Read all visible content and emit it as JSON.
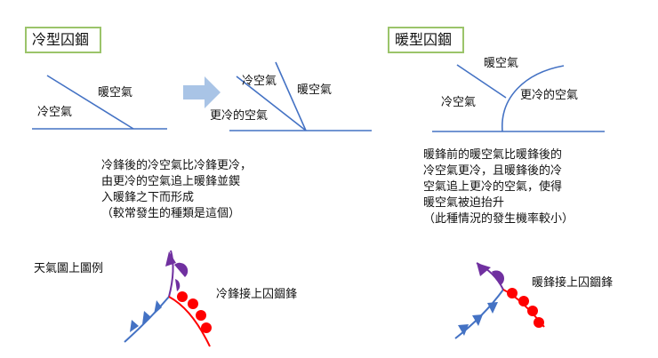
{
  "left_panel": {
    "title": "冷型囚錮",
    "diagram1": {
      "warm": "暖空氣",
      "cold": "冷空氣"
    },
    "diagram2": {
      "cold": "冷空氣",
      "warm": "暖空氣",
      "colder": "更冷的空氣"
    },
    "description": [
      "冷鋒後的冷空氣比冷鋒更冷，",
      "由更冷的空氣追上暖鋒並鍥",
      "入暖鋒之下而形成",
      "（較常發生的種類是這個）"
    ],
    "legend_title": "天氣圖上圖例",
    "legend_label": "冷鋒接上囚錮鋒"
  },
  "right_panel": {
    "title": "暖型囚錮",
    "diagram": {
      "warm": "暖空氣",
      "cold": "冷空氣",
      "colder": "更冷的空氣"
    },
    "description": [
      "暖鋒前的暖空氣比暖鋒後的",
      "冷空氣更冷，且暖鋒後的冷",
      "空氣追上更冷的空氣，使得",
      "暖空氣被迫抬升",
      "（此種情況的發生機率較小）"
    ],
    "legend_label": "暖鋒接上囚錮鋒"
  },
  "colors": {
    "line": "#4472c4",
    "arrow": "#a9c4e6",
    "title_border": "#9bc46a",
    "cold_front": "#4472c4",
    "warm_front": "#ff0000",
    "occluded_front": "#7030a0"
  }
}
